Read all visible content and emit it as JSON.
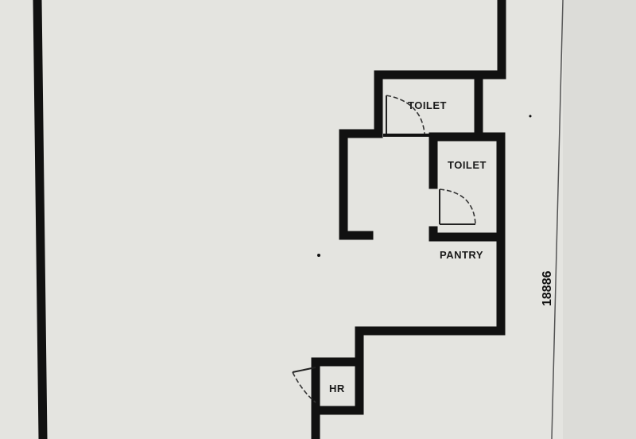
{
  "plan": {
    "rooms": [
      {
        "id": "toilet-upper",
        "label": "TOILET"
      },
      {
        "id": "toilet-lower",
        "label": "TOILET"
      },
      {
        "id": "pantry",
        "label": "PANTRY"
      },
      {
        "id": "hr",
        "label": "HR"
      }
    ],
    "dimension": "18886",
    "colors": {
      "wall": "#111111",
      "paper": "#e4e4e0",
      "margin": "#dcdcd8"
    }
  }
}
